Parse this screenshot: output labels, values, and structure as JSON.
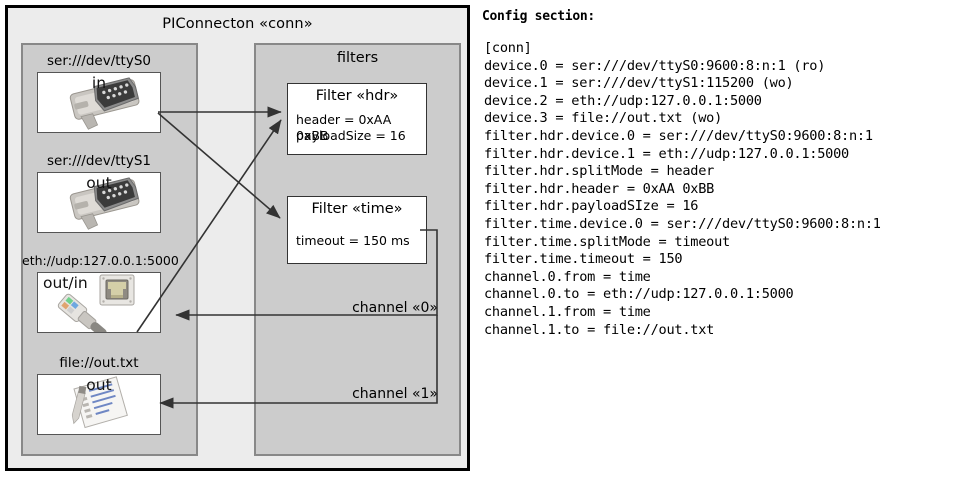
{
  "diagram": {
    "title": "PIConnecton «conn»",
    "devices_panel": {
      "name": "devices",
      "items": [
        {
          "label": "ser:///dev/ttyS0",
          "direction": "in",
          "icon": "serial-port-icon"
        },
        {
          "label": "ser:///dev/ttyS1",
          "direction": "out",
          "icon": "serial-port-icon"
        },
        {
          "label": "eth://udp:127.0.0.1:5000",
          "direction": "out/in",
          "icon": "ethernet-jack-icon"
        },
        {
          "label": "file://out.txt",
          "direction": "out",
          "icon": "text-file-icon"
        }
      ]
    },
    "filters_panel": {
      "title": "filters",
      "items": [
        {
          "title": "Filter «hdr»",
          "props": [
            "header = 0xAA 0xBB",
            "payloadSize = 16"
          ]
        },
        {
          "title": "Filter «time»",
          "props": [
            "timeout = 150 ms"
          ]
        }
      ],
      "channels": [
        {
          "label": "channel «0»"
        },
        {
          "label": "channel «1»"
        }
      ]
    }
  },
  "config": {
    "heading": "Config section:",
    "text": "[conn]\ndevice.0 = ser:///dev/ttyS0:9600:8:n:1 (ro)\ndevice.1 = ser:///dev/ttyS1:115200 (wo)\ndevice.2 = eth://udp:127.0.0.1:5000\ndevice.3 = file://out.txt (wo)\nfilter.hdr.device.0 = ser:///dev/ttyS0:9600:8:n:1\nfilter.hdr.device.1 = eth://udp:127.0.0.1:5000\nfilter.hdr.splitMode = header\nfilter.hdr.header = 0xAA 0xBB\nfilter.hdr.payloadSIze = 16\nfilter.time.device.0 = ser:///dev/ttyS0:9600:8:n:1\nfilter.time.splitMode = timeout\nfilter.time.timeout = 150\nchannel.0.from = time\nchannel.0.to = eth://udp:127.0.0.1:5000\nchannel.1.from = time\nchannel.1.to = file://out.txt"
  },
  "colors": {
    "page_background": "#ffffff",
    "frame_background": "#ececec",
    "panel_background": "#cccccc",
    "panel_border": "#888888",
    "node_background": "#ffffff",
    "outline": "#000000",
    "arrow": "#333333"
  }
}
